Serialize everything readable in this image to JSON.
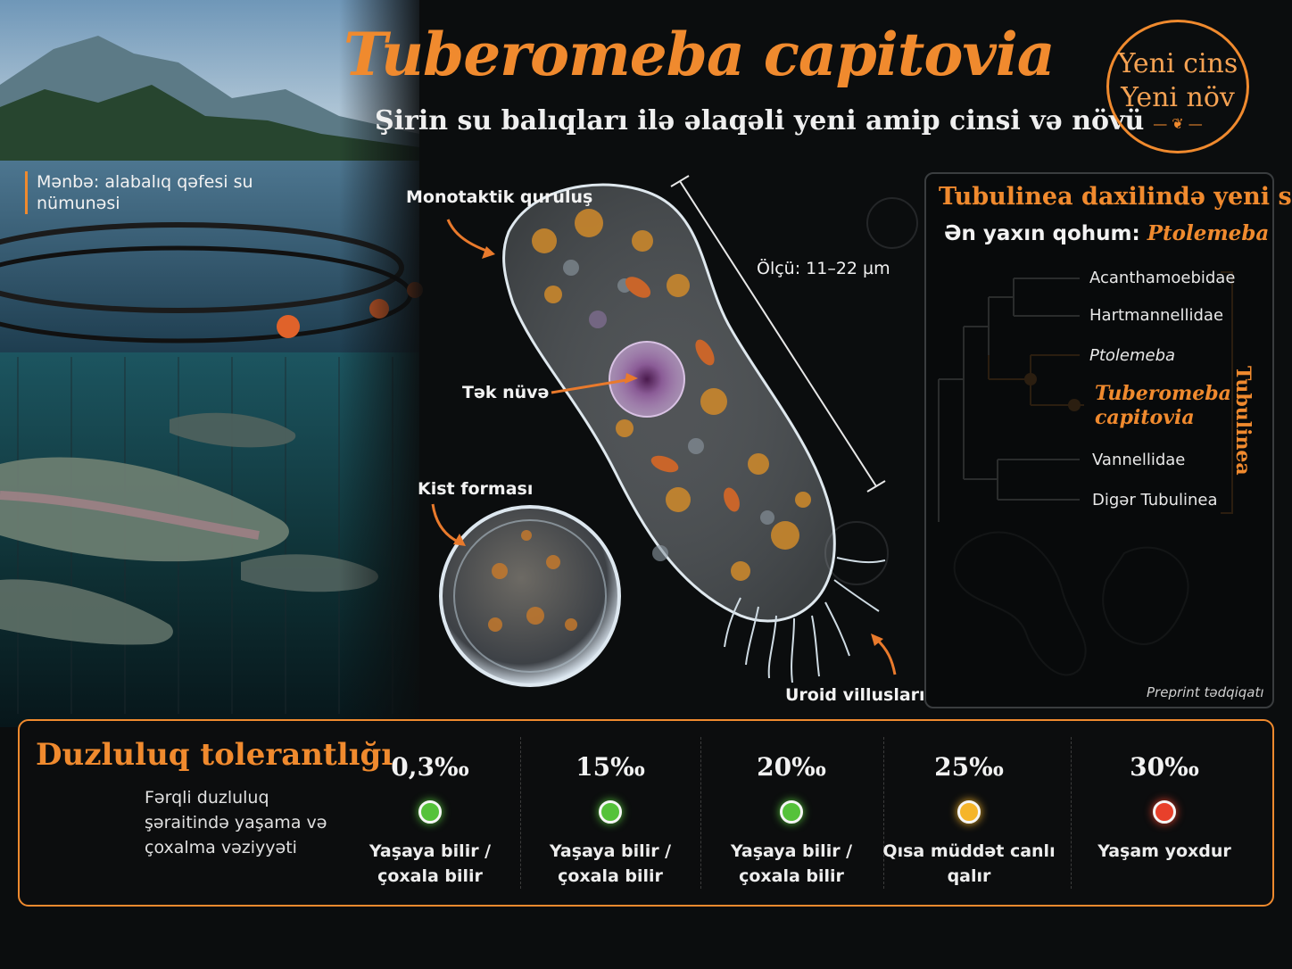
{
  "header": {
    "title": "Tuberomeba capitovia",
    "subtitle": "Şirin su balıqları ilə əlaqəli yeni amip cinsi və növü"
  },
  "badge": {
    "line1": "Yeni cins",
    "line2": "Yeni növ",
    "icon": "leaf-icon"
  },
  "source": {
    "label": "Mənbə: alabalıq qəfesi su nümunəsi"
  },
  "amoeba": {
    "labels": {
      "monotactic": "Monotaktik quruluş",
      "nucleus": "Tək nüvə",
      "cyst": "Kist forması",
      "size": "Ölçü: 11–22 µm",
      "uroid": "Uroid villusları"
    }
  },
  "phylogeny": {
    "title": "Tubulinea daxilində yeni soy",
    "relative_label": "Ən yaxın qohum:",
    "relative_name": "Ptolemeba",
    "taxa": {
      "t1": "Acanthamoebidae",
      "t2": "Hartmannellidae",
      "t3": "Ptolemeba",
      "t4a": "Tuberomeba",
      "t4b": "capitovia",
      "t5": "Vannellidae",
      "t6": "Digər Tubulinea"
    },
    "clade": "Tubulinea",
    "note": "Preprint tədqiqatı",
    "highlight_color": "#f08a2e"
  },
  "salinity": {
    "title": "Duzluluq tolerantlığı",
    "description": "Fərqli duzluluq şəraitində yaşama və çoxalma vəziyyəti",
    "levels": [
      {
        "value": "0,3‰",
        "status": "Yaşaya bilir / çoxala bilir",
        "color": "#55c23a"
      },
      {
        "value": "15‰",
        "status": "Yaşaya bilir / çoxala bilir",
        "color": "#55c23a"
      },
      {
        "value": "20‰",
        "status": "Yaşaya bilir / çoxala bilir",
        "color": "#55c23a"
      },
      {
        "value": "25‰",
        "status": "Qısa müddət canlı qalır",
        "color": "#f5b52a"
      },
      {
        "value": "30‰",
        "status": "Yaşam yoxdur",
        "color": "#e8402b"
      }
    ]
  }
}
